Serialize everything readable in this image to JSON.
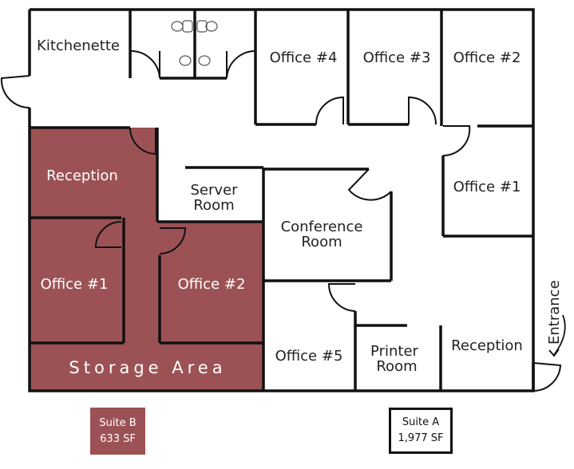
{
  "colors": {
    "suite_b_fill": "#9c5254",
    "wall": "#111111",
    "background": "#ffffff"
  },
  "rooms": {
    "kitchenette": "Kitchenette",
    "office_4": "Office #4",
    "office_3": "Office #3",
    "office_2_top": "Office #2",
    "office_1_right": "Office #1",
    "server_room": [
      "Server",
      "Room"
    ],
    "conference_room": [
      "Conference",
      "Room"
    ],
    "office_5": "Office #5",
    "printer_room": [
      "Printer",
      "Room"
    ],
    "reception_a": "Reception",
    "entrance": "Entrance"
  },
  "suite_b_rooms": {
    "reception": "Reception",
    "office_1": "Office #1",
    "office_2": "Office #2",
    "storage_area": "Storage Area"
  },
  "legend": {
    "suite_b": {
      "name": "Suite B",
      "area": "633 SF"
    },
    "suite_a": {
      "name": "Suite A",
      "area": "1,977 SF"
    }
  },
  "icons": [
    "restroom-fixtures-icon",
    "entrance-arrow-icon"
  ]
}
